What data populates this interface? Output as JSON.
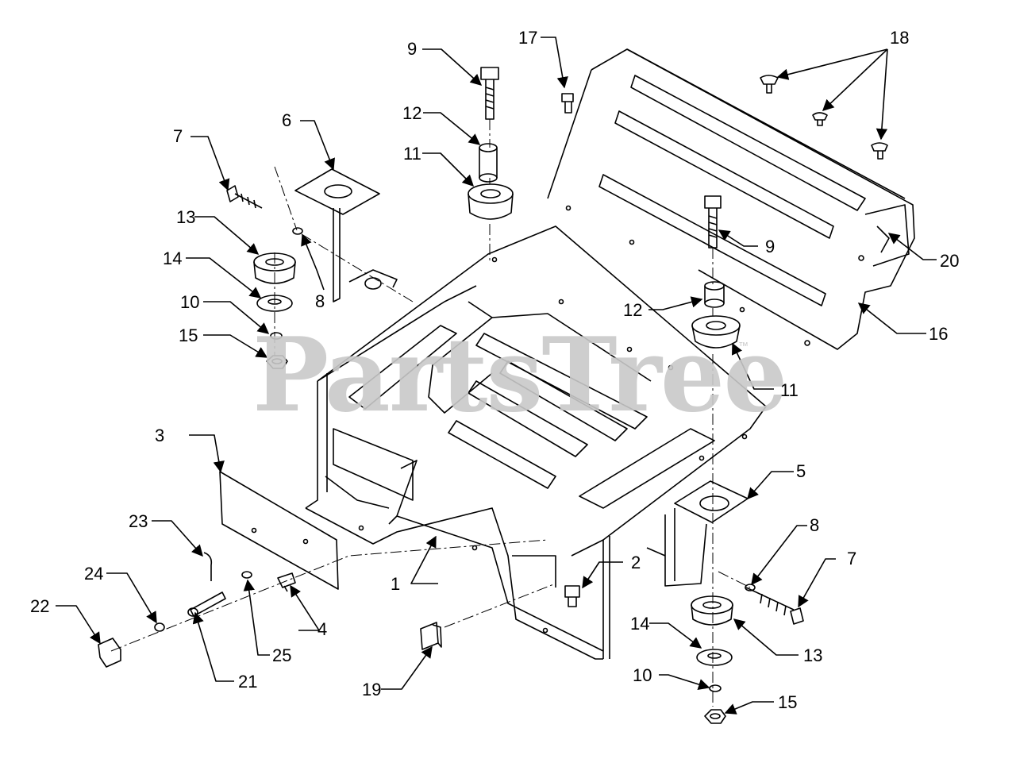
{
  "watermark": {
    "text": "PartsTree",
    "tm": "™"
  },
  "callouts": [
    {
      "id": "c1",
      "label": "1"
    },
    {
      "id": "c2",
      "label": "2"
    },
    {
      "id": "c3",
      "label": "3"
    },
    {
      "id": "c4",
      "label": "4"
    },
    {
      "id": "c5",
      "label": "5"
    },
    {
      "id": "c6",
      "label": "6"
    },
    {
      "id": "c7a",
      "label": "7"
    },
    {
      "id": "c7b",
      "label": "7"
    },
    {
      "id": "c8a",
      "label": "8"
    },
    {
      "id": "c8b",
      "label": "8"
    },
    {
      "id": "c9a",
      "label": "9"
    },
    {
      "id": "c9b",
      "label": "9"
    },
    {
      "id": "c10a",
      "label": "10"
    },
    {
      "id": "c10b",
      "label": "10"
    },
    {
      "id": "c11a",
      "label": "11"
    },
    {
      "id": "c11b",
      "label": "11"
    },
    {
      "id": "c12a",
      "label": "12"
    },
    {
      "id": "c12b",
      "label": "12"
    },
    {
      "id": "c13a",
      "label": "13"
    },
    {
      "id": "c13b",
      "label": "13"
    },
    {
      "id": "c14a",
      "label": "14"
    },
    {
      "id": "c14b",
      "label": "14"
    },
    {
      "id": "c15a",
      "label": "15"
    },
    {
      "id": "c15b",
      "label": "15"
    },
    {
      "id": "c16",
      "label": "16"
    },
    {
      "id": "c17",
      "label": "17"
    },
    {
      "id": "c18",
      "label": "18"
    },
    {
      "id": "c19",
      "label": "19"
    },
    {
      "id": "c20",
      "label": "20"
    },
    {
      "id": "c21",
      "label": "21"
    },
    {
      "id": "c22",
      "label": "22"
    },
    {
      "id": "c23",
      "label": "23"
    },
    {
      "id": "c24",
      "label": "24"
    },
    {
      "id": "c25",
      "label": "25"
    }
  ]
}
